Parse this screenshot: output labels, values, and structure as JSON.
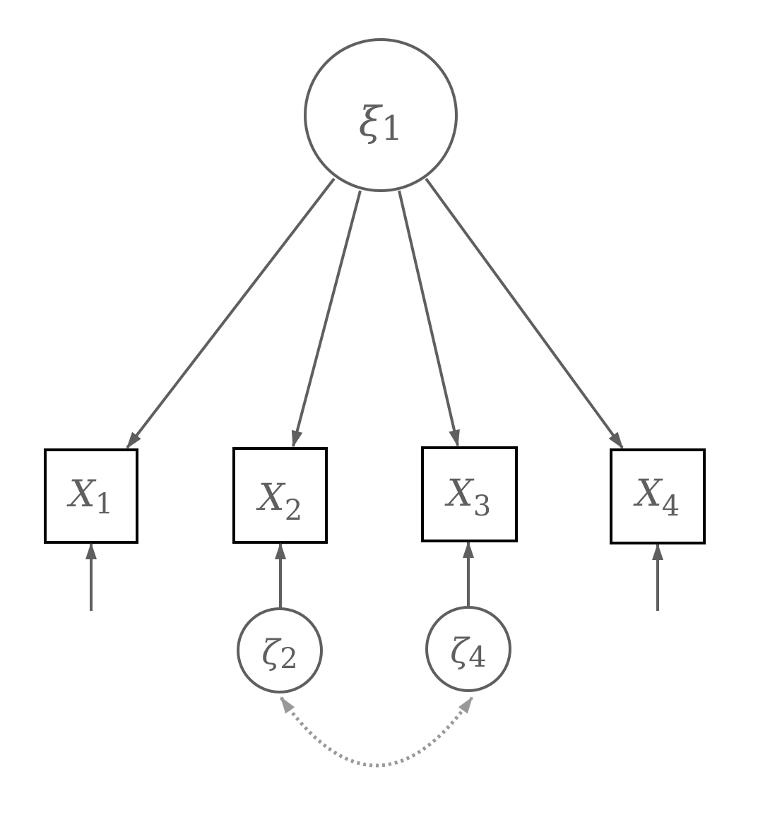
{
  "diagram": {
    "type": "path-diagram",
    "colors": {
      "stroke": "#5f5f5f",
      "box_stroke": "#000000",
      "covariance": "#999999",
      "text": "#5f5f5f",
      "background": "#ffffff"
    },
    "latent": {
      "id": "xi1",
      "symbol": "ξ",
      "subscript": "1"
    },
    "indicators": [
      {
        "id": "x1",
        "symbol": "X",
        "subscript": "1",
        "error": "none"
      },
      {
        "id": "x2",
        "symbol": "X",
        "subscript": "2",
        "error": "zeta2"
      },
      {
        "id": "x3",
        "symbol": "X",
        "subscript": "3",
        "error": "zeta4"
      },
      {
        "id": "x4",
        "symbol": "X",
        "subscript": "4",
        "error": "none"
      }
    ],
    "errors": [
      {
        "id": "zeta2",
        "symbol": "ζ",
        "subscript": "2",
        "target": "x2"
      },
      {
        "id": "zeta4",
        "symbol": "ζ",
        "subscript": "4",
        "target": "x3"
      }
    ],
    "edges": [
      {
        "from": "xi1",
        "to": "x1",
        "style": "solid",
        "directed": true
      },
      {
        "from": "xi1",
        "to": "x2",
        "style": "solid",
        "directed": true
      },
      {
        "from": "xi1",
        "to": "x3",
        "style": "solid",
        "directed": true
      },
      {
        "from": "xi1",
        "to": "x4",
        "style": "solid",
        "directed": true
      },
      {
        "from": "zeta2",
        "to": "zeta4",
        "style": "dotted",
        "directed": "both"
      }
    ]
  }
}
